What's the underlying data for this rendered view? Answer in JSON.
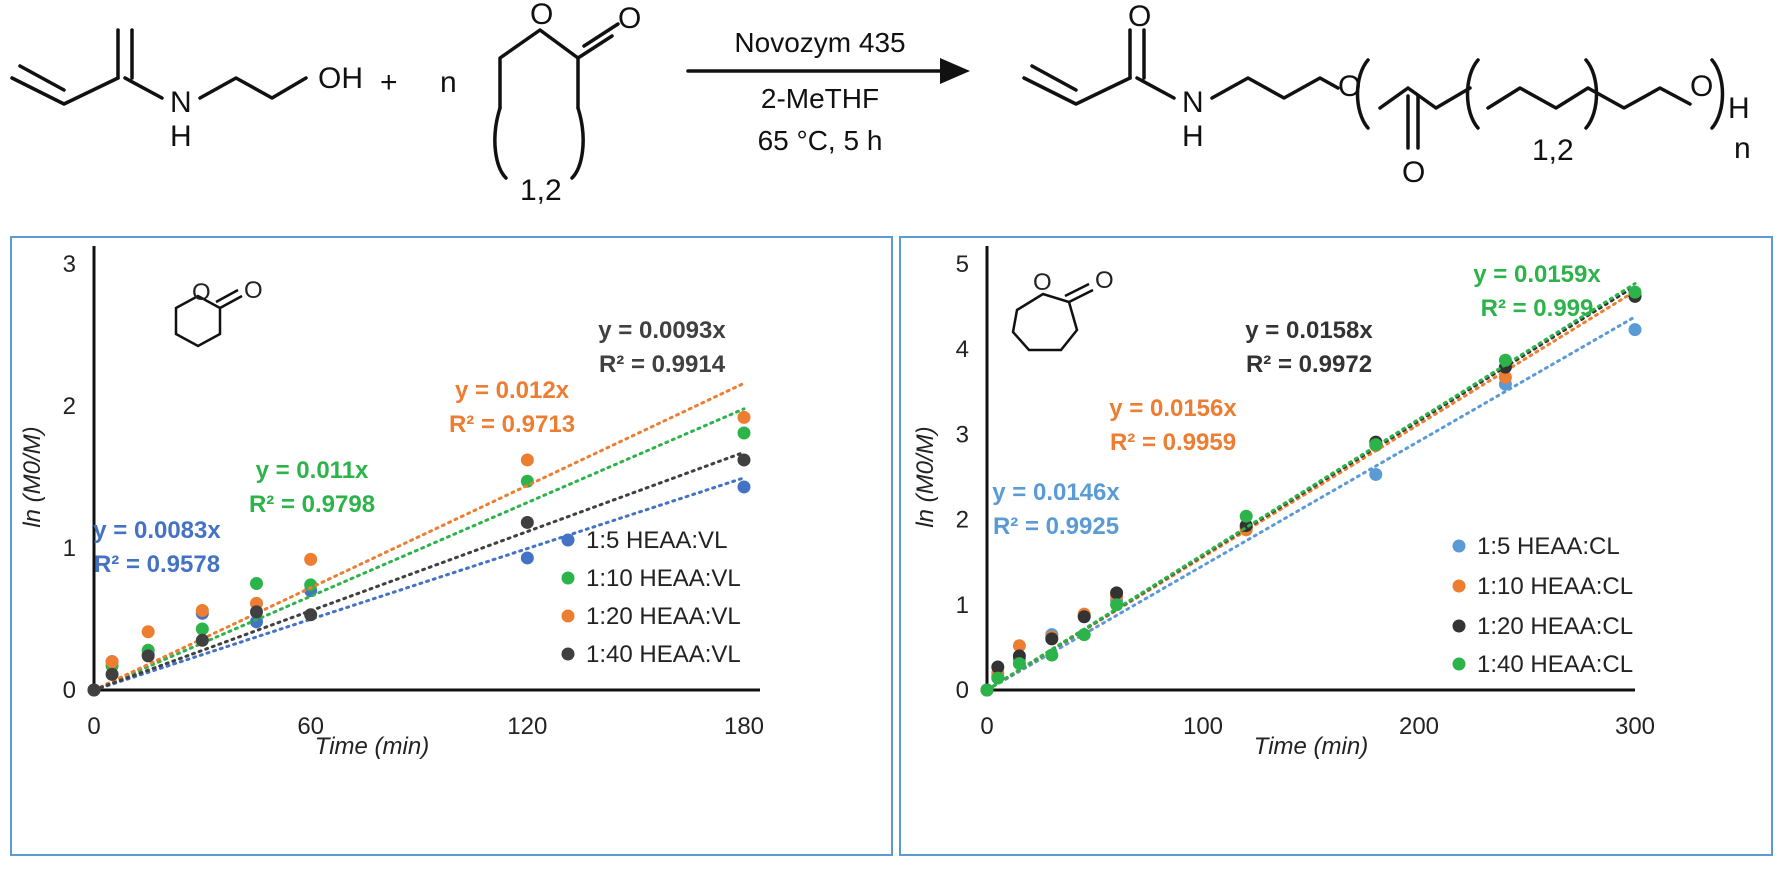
{
  "scheme": {
    "reactant_oh": "OH",
    "reactant_n": "N",
    "reactant_h": "H",
    "plus": "+",
    "n_coeff": "n",
    "ring_o": "O",
    "ring_co": "O",
    "ring_sub": "1,2",
    "cond_catalyst": "Novozym 435",
    "cond_solvent": "2-MeTHF",
    "cond_temp": "65 °C, 5 h",
    "prod_o_amide": "O",
    "prod_n": "N",
    "prod_h": "H",
    "prod_o_ester": "O",
    "prod_o_carbonyl": "O",
    "prod_sub": "1,2",
    "prod_o_end": "O",
    "prod_h_end": "H",
    "prod_n_rep": "n"
  },
  "chart_data": [
    {
      "type": "scatter",
      "xlabel": "Time (min)",
      "ylabel": "ln (M0/M)",
      "xlim": [
        0,
        180
      ],
      "ylim": [
        0,
        3
      ],
      "xticks": [
        "0",
        "60",
        "120",
        "180"
      ],
      "yticks": [
        "0",
        "1",
        "2",
        "3"
      ],
      "grid": false,
      "legend": "right",
      "series": [
        {
          "name": "1:5 HEAA:VL",
          "color": "#4472c4",
          "x": [
            0,
            5,
            15,
            30,
            45,
            60,
            120,
            180
          ],
          "y": [
            0,
            0.2,
            0.25,
            0.54,
            0.48,
            0.7,
            0.93,
            1.43
          ],
          "slope": 0.0083,
          "eq": "y = 0.0083x",
          "r2": "R² = 0.9578"
        },
        {
          "name": "1:10 HEAA:VL",
          "color": "#2cb34a",
          "x": [
            0,
            5,
            15,
            30,
            45,
            60,
            120,
            180
          ],
          "y": [
            0,
            0.17,
            0.28,
            0.43,
            0.75,
            0.74,
            1.47,
            1.81
          ],
          "slope": 0.011,
          "eq": "y = 0.011x",
          "r2": "R² = 0.9798"
        },
        {
          "name": "1:20 HEAA:VL",
          "color": "#ed7d31",
          "x": [
            0,
            5,
            15,
            30,
            45,
            60,
            120,
            180
          ],
          "y": [
            0,
            0.2,
            0.41,
            0.56,
            0.61,
            0.92,
            1.62,
            1.92
          ],
          "slope": 0.012,
          "eq": "y = 0.012x",
          "r2": "R² = 0.9713"
        },
        {
          "name": "1:40 HEAA:VL",
          "color": "#404040",
          "x": [
            0,
            5,
            15,
            30,
            45,
            60,
            120,
            180
          ],
          "y": [
            0,
            0.11,
            0.24,
            0.35,
            0.55,
            0.53,
            1.18,
            1.62
          ],
          "slope": 0.0093,
          "eq": "y = 0.0093x",
          "r2": "R² = 0.9914"
        }
      ]
    },
    {
      "type": "scatter",
      "xlabel": "Time (min)",
      "ylabel": "ln (M0/M)",
      "xlim": [
        0,
        300
      ],
      "ylim": [
        0,
        5
      ],
      "xticks": [
        "0",
        "100",
        "200",
        "300"
      ],
      "yticks": [
        "0",
        "1",
        "2",
        "3",
        "4",
        "5"
      ],
      "grid": false,
      "legend": "bottom-right",
      "series": [
        {
          "name": "1:5 HEAA:CL",
          "color": "#5b9bd5",
          "x": [
            0,
            5,
            15,
            30,
            45,
            60,
            120,
            180,
            240,
            300
          ],
          "y": [
            0,
            0.16,
            0.36,
            0.65,
            0.87,
            1.05,
            1.9,
            2.53,
            3.59,
            4.23
          ],
          "slope": 0.0146,
          "eq": "y = 0.0146x",
          "r2": "R² = 0.9925"
        },
        {
          "name": "1:10 HEAA:CL",
          "color": "#ed7d31",
          "x": [
            0,
            5,
            15,
            30,
            45,
            60,
            120,
            180,
            240,
            300
          ],
          "y": [
            0,
            0.2,
            0.52,
            0.62,
            0.89,
            1.1,
            1.88,
            2.87,
            3.67,
            4.65
          ],
          "slope": 0.0156,
          "eq": "y = 0.0156x",
          "r2": "R² = 0.9959"
        },
        {
          "name": "1:20 HEAA:CL",
          "color": "#333333",
          "x": [
            0,
            5,
            15,
            30,
            45,
            60,
            120,
            180,
            240,
            300
          ],
          "y": [
            0,
            0.27,
            0.4,
            0.6,
            0.86,
            1.14,
            1.93,
            2.91,
            3.79,
            4.62
          ],
          "slope": 0.0158,
          "eq": "y = 0.0158x",
          "r2": "R² = 0.9972"
        },
        {
          "name": "1:40 HEAA:CL",
          "color": "#2cb34a",
          "x": [
            0,
            5,
            15,
            30,
            45,
            60,
            120,
            180,
            240,
            300
          ],
          "y": [
            0,
            0.14,
            0.31,
            0.41,
            0.65,
            1.0,
            2.04,
            2.88,
            3.87,
            4.67
          ],
          "slope": 0.0159,
          "eq": "y = 0.0159x",
          "r2": "R² = 0.999"
        }
      ]
    }
  ]
}
